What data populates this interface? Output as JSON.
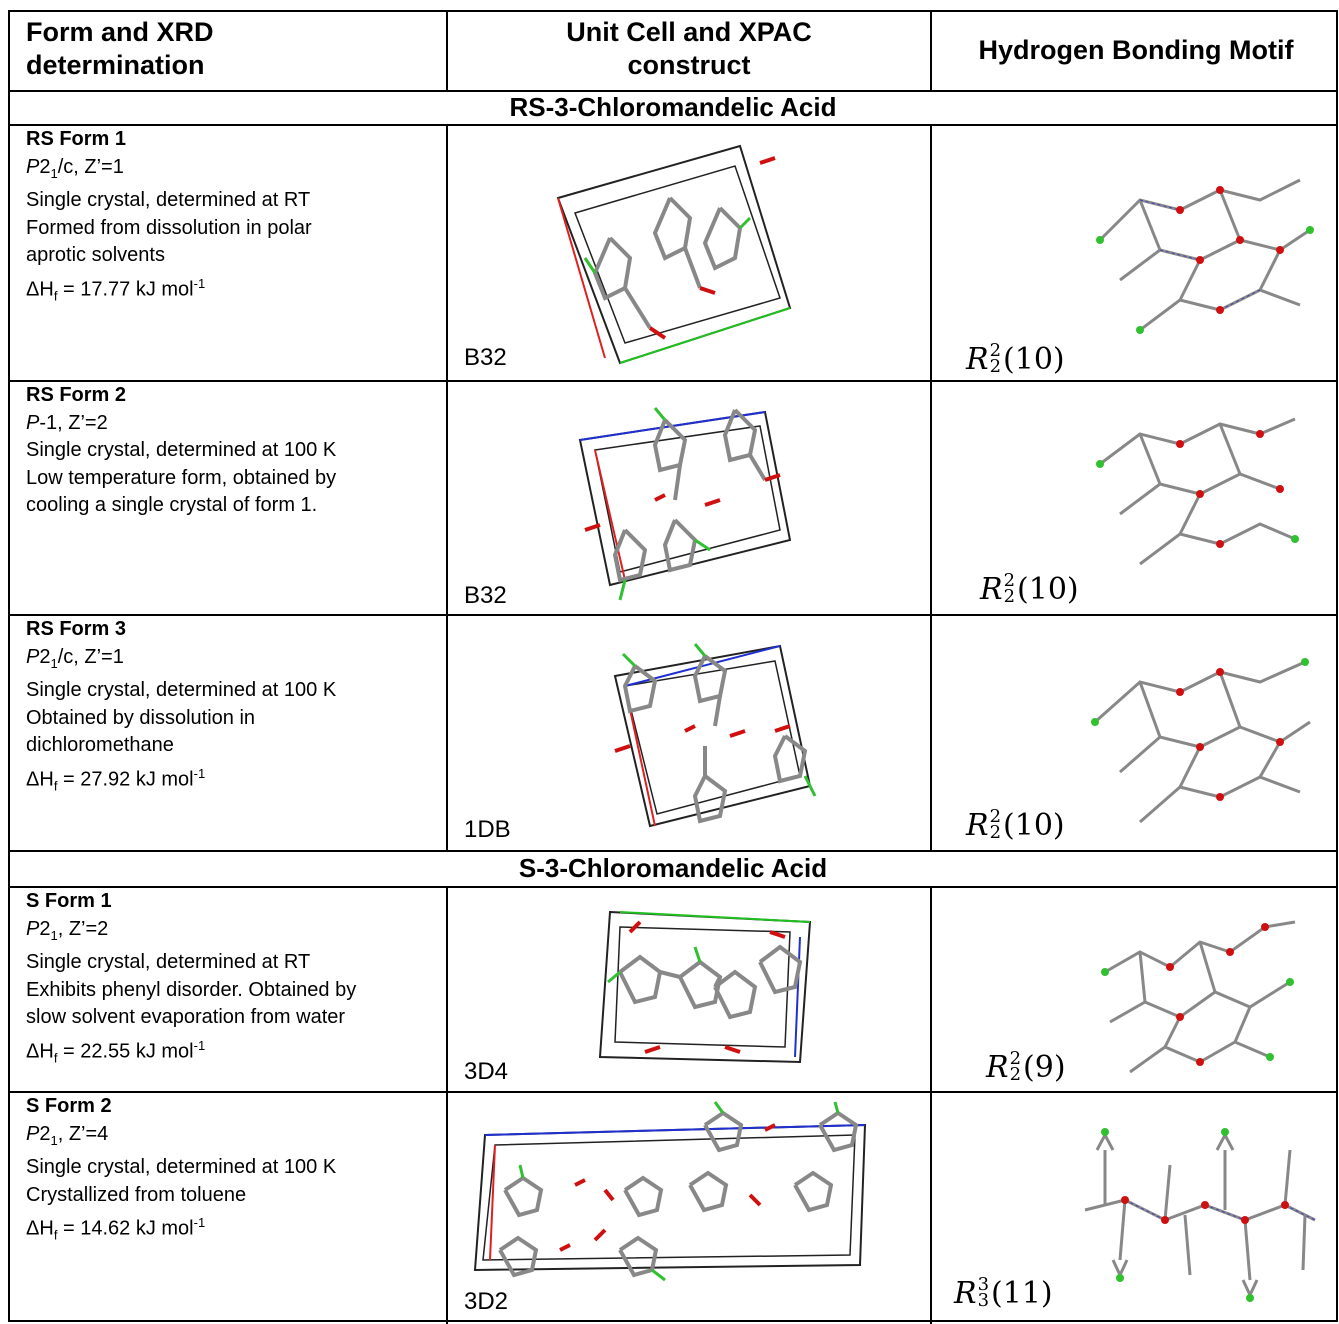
{
  "headers": {
    "col1_l1": "Form and XRD",
    "col1_l2": "determination",
    "col2_l1": "Unit Cell and XPAC",
    "col2_l2": "construct",
    "col3": "Hydrogen Bonding Motif"
  },
  "sections": {
    "rs": "RS-3-Chloromandelic Acid",
    "s": "S-3-Chloromandelic Acid"
  },
  "rows": [
    {
      "name": "RS Form 1",
      "sg_main": "P",
      "sg_sub": "1",
      "sg_rest": "/c, Z’=1",
      "line2": "Single crystal, determined at RT",
      "line3": "Formed from dissolution in polar",
      "line4": "aprotic solvents",
      "dh_label": "ΔH",
      "dh_value": " = 17.77 kJ mol",
      "dh_exp": "-1",
      "code": "B32",
      "motif_sup": "2",
      "motif_sub": "2",
      "motif_val": "(10)"
    },
    {
      "name": "RS Form 2",
      "sg_main": "P",
      "sg_rest": "-1, Z’=2",
      "line2": "Single crystal, determined at 100 K",
      "line3": "Low temperature form, obtained by",
      "line4": "cooling a single crystal of form 1.",
      "code": "B32",
      "motif_sup": "2",
      "motif_sub": "2",
      "motif_val": "(10)"
    },
    {
      "name": "RS Form 3",
      "sg_main": "P",
      "sg_sub": "1",
      "sg_rest": "/c, Z’=1",
      "line2": "Single crystal, determined at 100 K",
      "line3": "Obtained by dissolution in",
      "line4": "dichloromethane",
      "dh_label": "ΔH",
      "dh_value": " = 27.92 kJ mol",
      "dh_exp": "-1",
      "code": "1DB",
      "motif_sup": "2",
      "motif_sub": "2",
      "motif_val": "(10)"
    },
    {
      "name": "S Form 1",
      "sg_main": "P",
      "sg_sub": "1",
      "sg_rest": ", Z’=2",
      "line2": "Single crystal, determined at RT",
      "line3": "Exhibits phenyl disorder. Obtained by",
      "line4": "slow solvent evaporation from water",
      "dh_label": "ΔH",
      "dh_value": " = 22.55 kJ mol",
      "dh_exp": "-1",
      "code": "3D4",
      "motif_sup": "2",
      "motif_sub": "2",
      "motif_val": "(9)"
    },
    {
      "name": "S Form 2",
      "sg_main": "P",
      "sg_sub": "1",
      "sg_rest": ", Z’=4",
      "line2": "Single crystal, determined at 100 K",
      "line3": "Crystallized from toluene",
      "dh_label": "ΔH",
      "dh_value": " = 14.62 kJ mol",
      "dh_exp": "-1",
      "code": "3D2",
      "motif_sup": "3",
      "motif_sub": "3",
      "motif_val": "(11)"
    }
  ],
  "sg_number": "2",
  "dh_sub": "f"
}
